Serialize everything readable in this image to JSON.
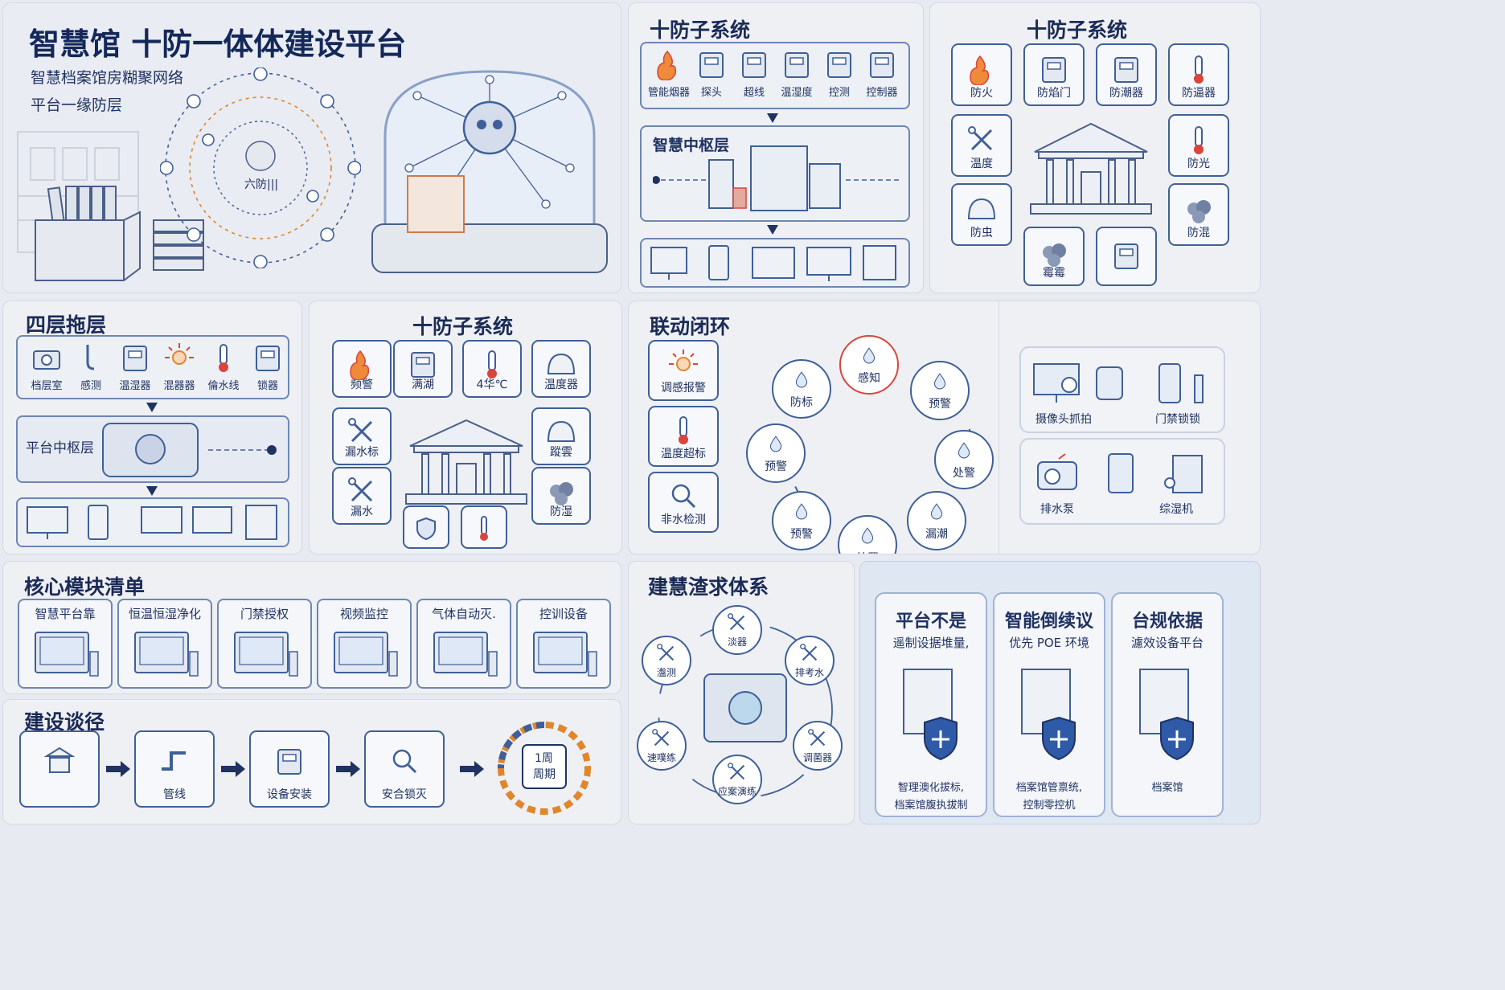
{
  "hero": {
    "title": "智慧馆 十防一体体建设平台",
    "line1": "智慧档案馆房糊聚网络",
    "line2": "平台一缘防层",
    "emblem": "六防|||"
  },
  "sub_top": {
    "title": "十防子系统",
    "row_top": [
      "管能烟器",
      "探头",
      "超线",
      "温湿度",
      "控测",
      "控制器"
    ],
    "middle_label": "智慧中枢层"
  },
  "ten_grid": {
    "title": "十防子系统",
    "items": [
      "防火",
      "防焰门",
      "防潮器",
      "防逼器",
      "温度",
      "防光",
      "防虫",
      "防混",
      "霉霉"
    ]
  },
  "four_layer": {
    "title": "四层拖层",
    "row_top": [
      "档层室",
      "感测",
      "温湿器",
      "混器器",
      "倫水线",
      "锁器"
    ],
    "middle_label": "平台中枢层"
  },
  "sub_mid": {
    "title": "十防子系统",
    "items": [
      "频警",
      "满湖",
      "4华℃",
      "温度器",
      "漏水标",
      "蹤雲",
      "漏水",
      "防湿"
    ]
  },
  "linkage": {
    "title": "联动闭环",
    "left_items": [
      "调感报警",
      "温度超标",
      "非水检测"
    ],
    "cycle": [
      "感知",
      "预警",
      "处警",
      "漏潮",
      "处置",
      "预警",
      "预警",
      "防标"
    ]
  },
  "devices": {
    "items": [
      "摄像头抓拍",
      "门禁锁锁",
      "排水泵",
      "综湿机"
    ]
  },
  "modules": {
    "title": "核心模块清单",
    "items": [
      "智慧平台靠",
      "恒温恒湿净化",
      "门禁授权",
      "视频监控",
      "气体自动灭.",
      "控训设备"
    ]
  },
  "path": {
    "title": "建设谈径",
    "steps": [
      "",
      "管线",
      "设备安装",
      "安合锁灭"
    ],
    "cycle_line1": "1周",
    "cycle_line2": "周期"
  },
  "system": {
    "title": "建慧渣求体系",
    "nodes": [
      "淡器",
      "排考水",
      "调菌器",
      "应案演练",
      "速噗练",
      "瀊测"
    ]
  },
  "cards": [
    {
      "title": "平台不是",
      "subtitle": "遥制设据堆量,",
      "footer1": "智理澳化拔标,",
      "footer2": "档案馆腹执拔制"
    },
    {
      "title": "智能倒续议",
      "subtitle": "优先 POE 环境",
      "footer1": "档案馆管禀统,",
      "footer2": "控制零控机"
    },
    {
      "title": "台规依据",
      "subtitle": "濾效设备平台",
      "footer1": "档案馆",
      "footer2": ""
    }
  ],
  "colors": {
    "navy": "#1f3262",
    "accent_blue": "#3f5f97",
    "orange": "#e0862b",
    "red": "#d9453c"
  }
}
